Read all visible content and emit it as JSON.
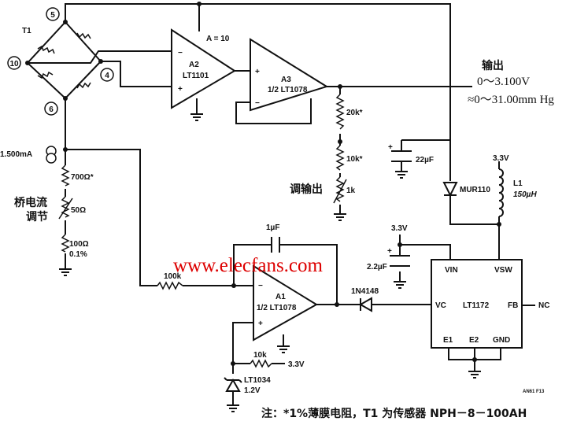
{
  "bridge": {
    "name": "T1",
    "nodes": [
      "5",
      "10",
      "4",
      "6"
    ]
  },
  "a2": {
    "name": "A2",
    "part": "LT1101",
    "gain": "A = 10"
  },
  "a3": {
    "name": "A3",
    "part": "1/2 LT1078"
  },
  "a1": {
    "name": "A1",
    "part": "1/2 LT1078"
  },
  "output": {
    "title": "输出",
    "range": "0～3.100V",
    "pressure": "≈0～31.00mm Hg"
  },
  "divider": {
    "r1": "20k*",
    "r2": "10k*",
    "pot": "1k",
    "label": "调输出"
  },
  "supply_cap": "22µF",
  "diode_mur": "MUR110",
  "inductor": {
    "name": "L1",
    "value": "150µH",
    "supply": "3.3V"
  },
  "current": {
    "source": "1.500mA",
    "r1": "700Ω*",
    "pot": "50Ω",
    "r2": "100Ω",
    "r2_tol": "0.1%",
    "label_line1": "桥电流",
    "label_line2": "调节"
  },
  "integrator": {
    "cap": "1µF",
    "rin": "100k"
  },
  "reg": {
    "part": "LT1172",
    "vin": "VIN",
    "vsw": "VSW",
    "vc": "VC",
    "fb": "FB",
    "nc": "NC",
    "e1": "E1",
    "e2": "E2",
    "gnd": "GND"
  },
  "vin_supply": "3.3V",
  "vin_cap": "2.2µF",
  "diode_sig": "1N4148",
  "ref": {
    "r": "10k",
    "supply": "3.3V",
    "part": "LT1034",
    "voltage": "1.2V"
  },
  "watermark": "www.elecfans.com",
  "figure_id": "AN61 F13",
  "note": "注：*1%薄膜电阻，T1 为传感器 NPH－8－100AH"
}
